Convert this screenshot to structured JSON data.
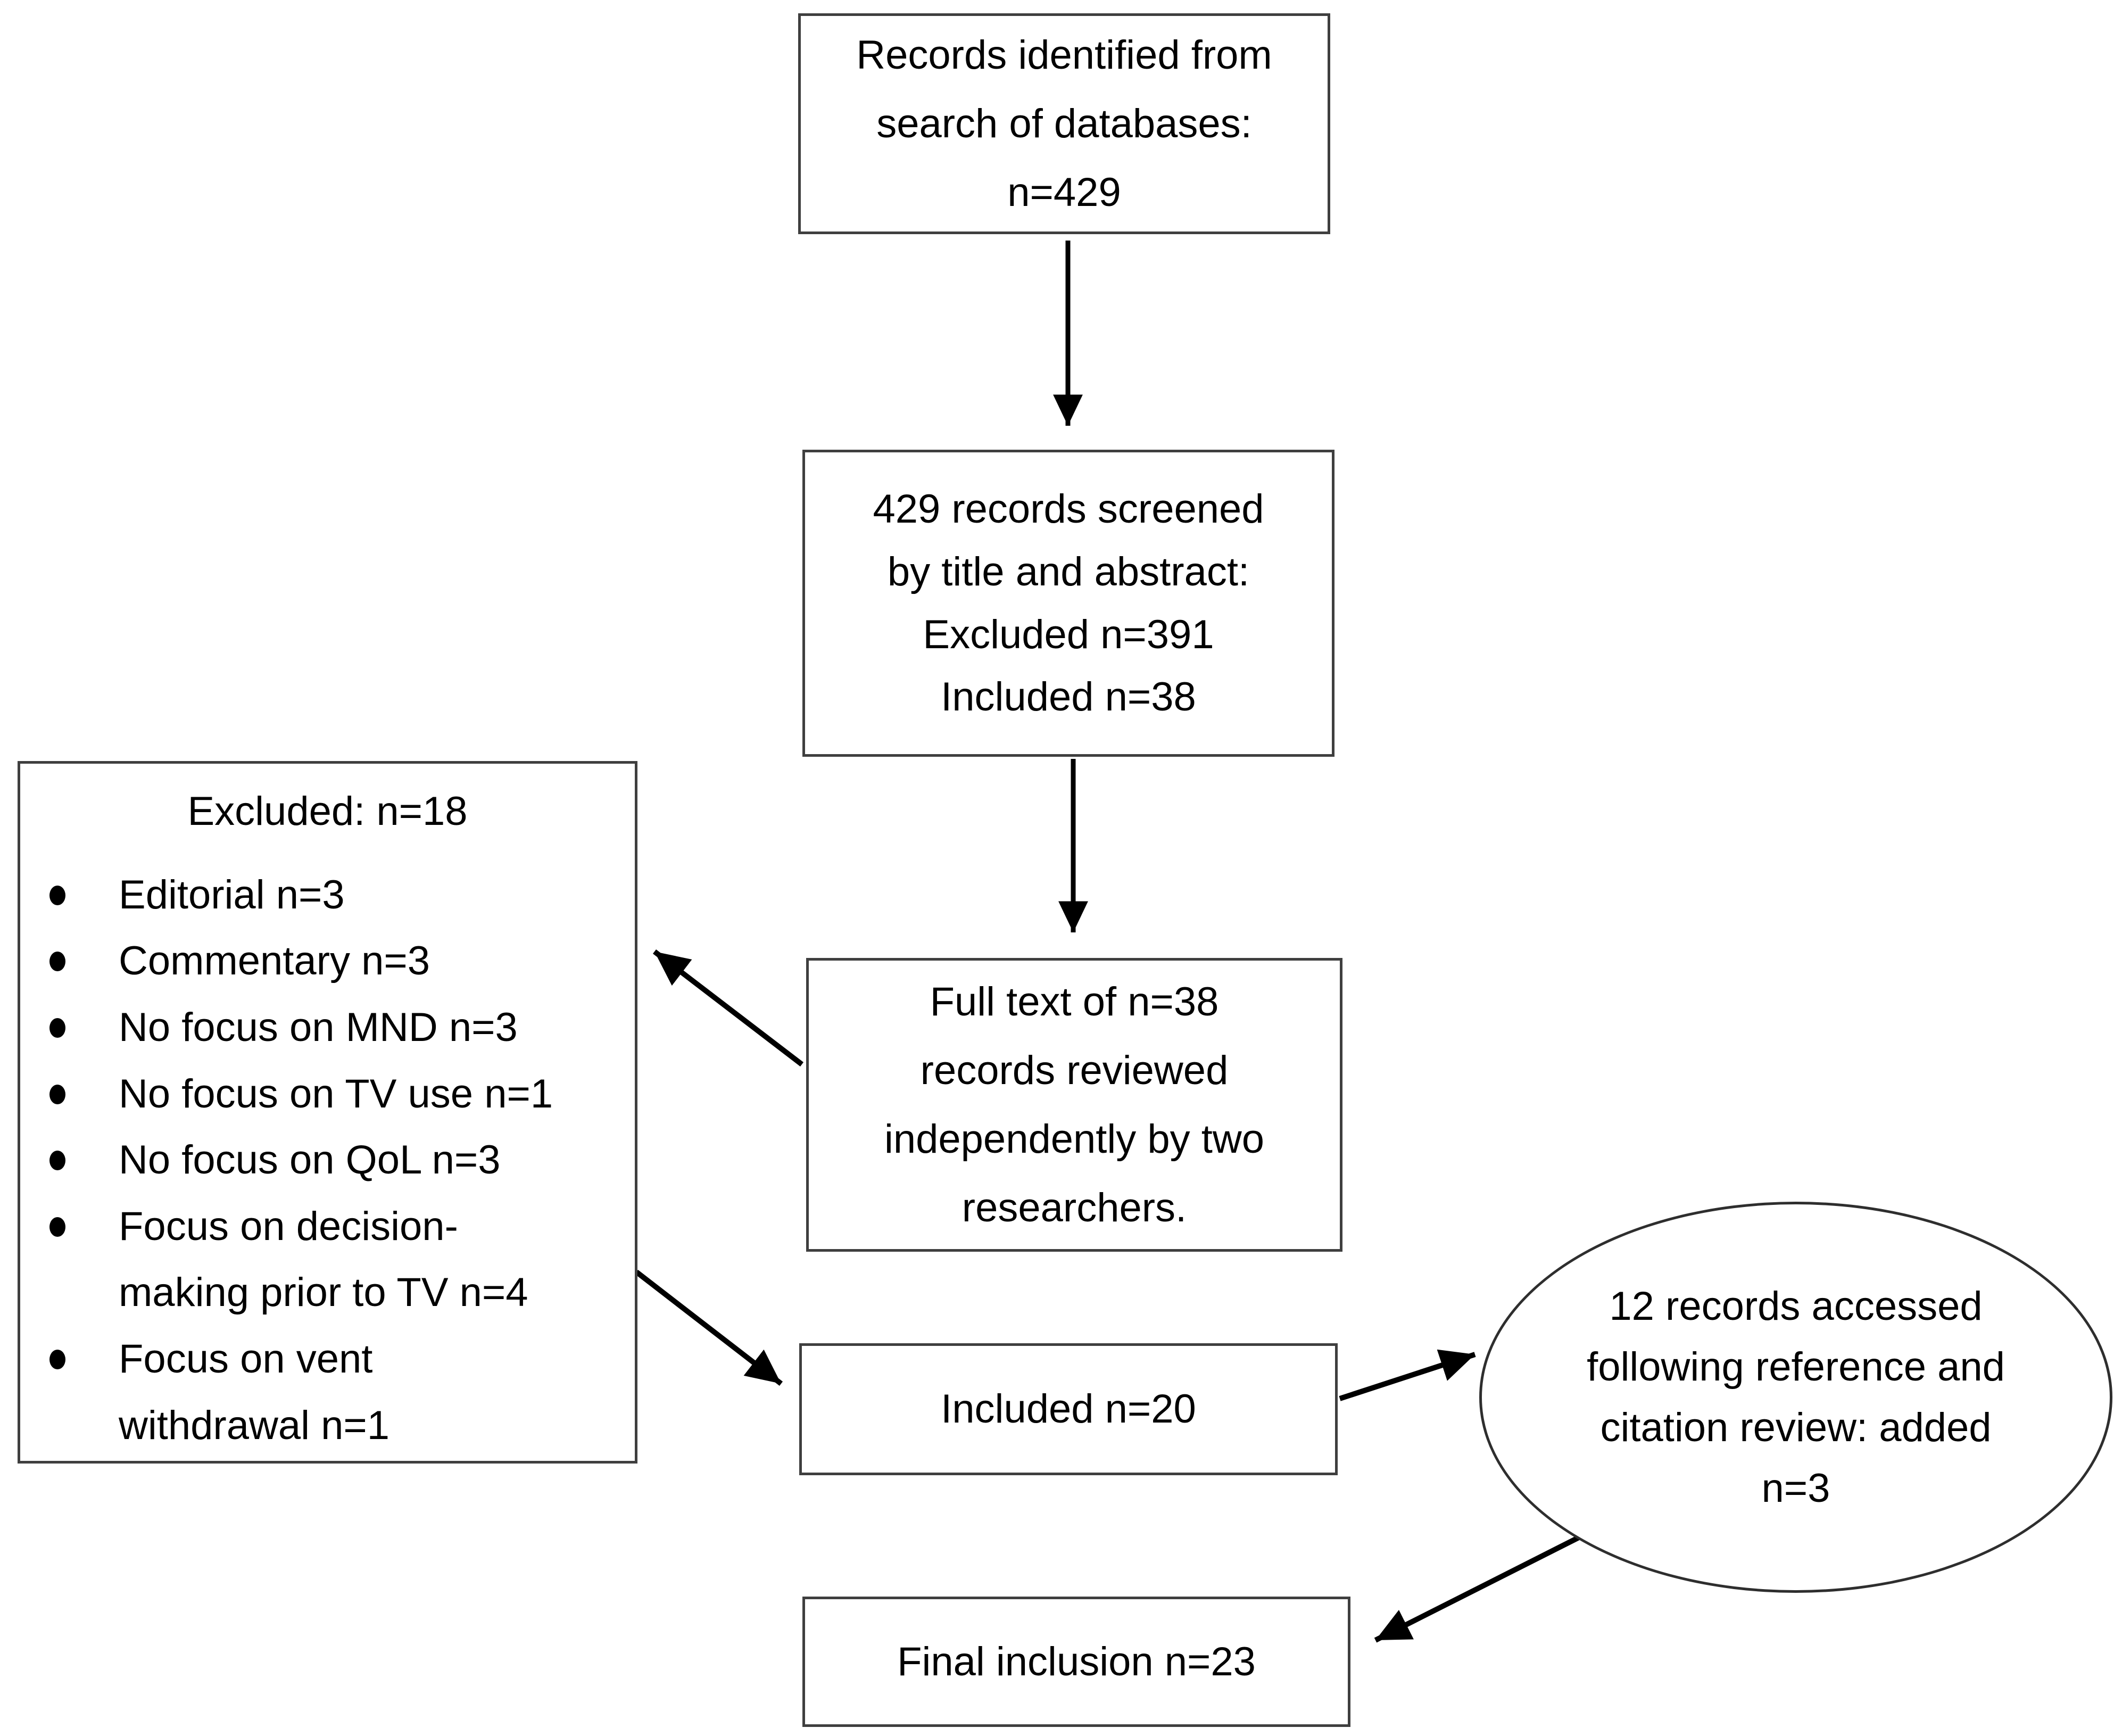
{
  "flowchart": {
    "identified": {
      "text": "Records identified from\nsearch of databases:\nn=429"
    },
    "screened": {
      "text": "429 records screened\nby title and abstract:\nExcluded n=391\nIncluded n=38"
    },
    "excluded": {
      "title": "Excluded: n=18",
      "items": [
        "Editorial n=3",
        "Commentary n=3",
        "No focus on MND n=3",
        "No focus on TV use n=1",
        "No focus on QoL n=3",
        "Focus on decision-\nmaking prior to TV n=4",
        "Focus on vent\nwithdrawal n=1"
      ]
    },
    "fulltext": {
      "text": "Full text of n=38\nrecords reviewed\nindependently by two\nresearchers."
    },
    "included": {
      "text": "Included n=20"
    },
    "citation_ellipse": {
      "text": "12 records accessed\nfollowing reference and\ncitation review: added\nn=3"
    },
    "final": {
      "text": "Final inclusion n=23"
    },
    "colors": {
      "background": "#ffffff",
      "box_border": "#3f3f3f",
      "ellipse_border": "#2e2e2e",
      "text": "#000000",
      "arrow": "#000000"
    }
  }
}
